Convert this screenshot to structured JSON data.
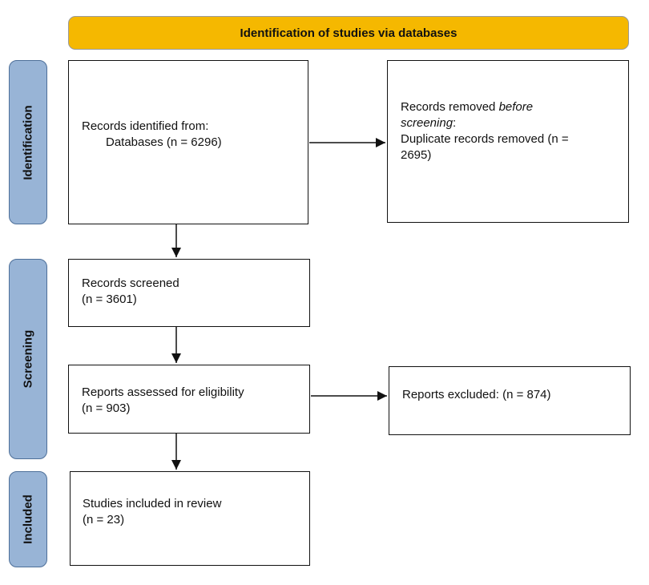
{
  "header": {
    "title": "Identification of studies via databases"
  },
  "phases": {
    "identification": "Identification",
    "screening": "Screening",
    "included": "Included"
  },
  "boxes": {
    "records_identified": {
      "line1": "Records identified from:",
      "line2": "Databases (n = 6296)"
    },
    "records_removed": {
      "line1_a": "Records removed ",
      "line1_b": "before",
      "line2_a": "screening",
      "line2_b": ":",
      "line3": "Duplicate records removed (n =",
      "line4": "2695)"
    },
    "records_screened": {
      "line1": "Records screened",
      "line2": "(n = 3601)"
    },
    "reports_assessed": {
      "line1": "Reports assessed for eligibility",
      "line2": "(n = 903)"
    },
    "reports_excluded": {
      "line1": "Reports excluded: (n = 874)"
    },
    "studies_included": {
      "line1": "Studies included in review",
      "line2": "(n = 23)"
    }
  }
}
